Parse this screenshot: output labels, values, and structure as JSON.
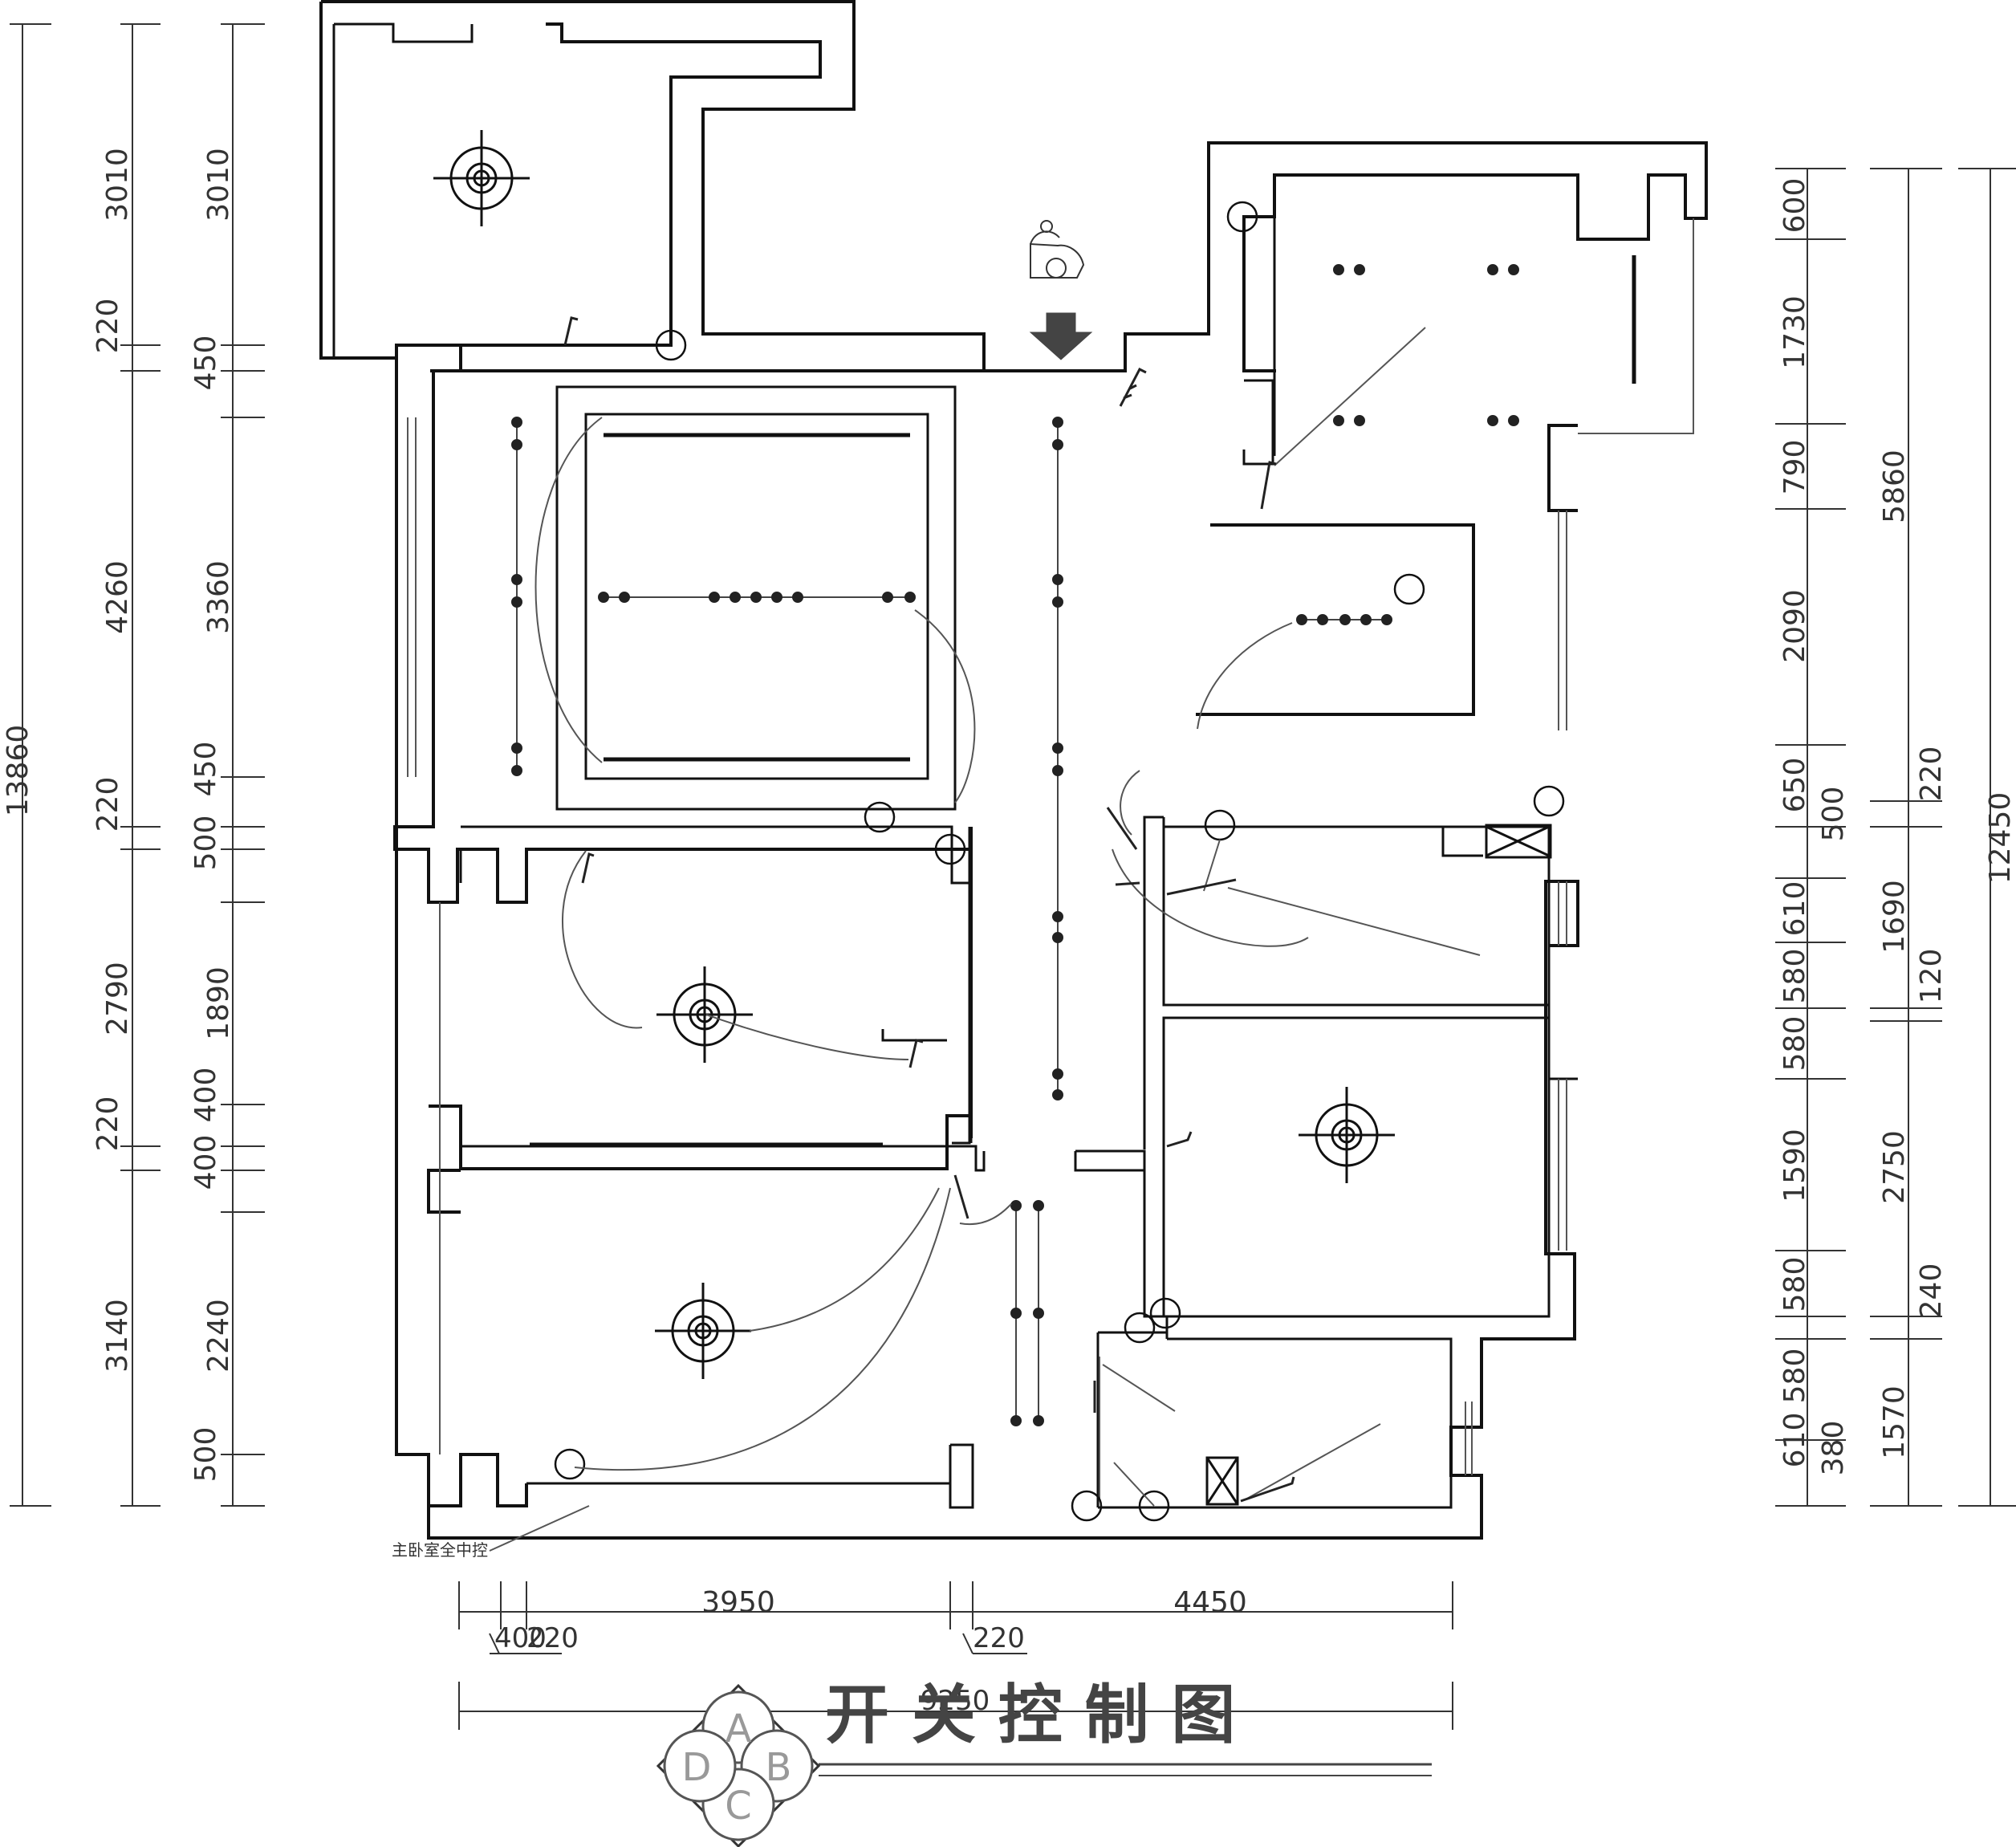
{
  "title": "开 关 控 制 图",
  "note": "主卧室全中控",
  "logo_letters": [
    "A",
    "B",
    "C",
    "D"
  ],
  "dims_left_outer": [
    "13860"
  ],
  "dims_left_mid": [
    "3010",
    "220",
    "4260",
    "220",
    "2790",
    "220",
    "3140"
  ],
  "dims_left_inner": [
    "3010",
    "450",
    "3360",
    "450",
    "500",
    "1890",
    "400",
    "400",
    "2240",
    "500"
  ],
  "dims_right_inner": [
    "600",
    "1730",
    "790",
    "2090",
    "650",
    "500",
    "610",
    "580",
    "580",
    "1590",
    "580",
    "580",
    "610",
    "380"
  ],
  "dims_right_mid": [
    "5860",
    "220",
    "1690",
    "120",
    "2750",
    "240",
    "1570"
  ],
  "dims_right_outer": [
    "12450"
  ],
  "dims_bottom": [
    "3950",
    "4450",
    "400",
    "220",
    "220",
    "9250"
  ],
  "colors": {
    "line": "#111111",
    "thin": "#555555",
    "dim": "#333333",
    "title": "#444444"
  }
}
